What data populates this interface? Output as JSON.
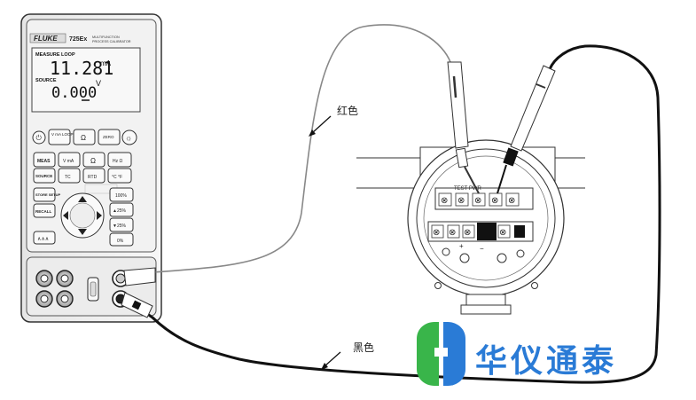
{
  "calibrator": {
    "brand": "FLUKE",
    "model": "725Ex",
    "subtitle_line1": "MULTIFUNCTION",
    "subtitle_line2": "PROCESS CALIBRATOR",
    "measure_label": "MEASURE LOOP",
    "measure_value": "11.281",
    "measure_unit": "mA",
    "source_label": "SOURCE",
    "source_value": "0.000",
    "source_unit": "V",
    "buttons": {
      "power": "",
      "v_ma_loop": "V mA LOOP",
      "ohm": "Ω",
      "zero": "ZERO",
      "backlight": "",
      "meas": "MEAS",
      "v_ma": "V mA",
      "ohm2": "Ω",
      "hz": "Hz Ω",
      "source": "SOURCE",
      "tc": "TC",
      "rtd": "RTD",
      "deg": "°C °F",
      "store_setup": "STORE SETUP",
      "recall": "RECALL",
      "pct100": "100%",
      "up25": "▲25%",
      "down25": "▼25%",
      "pct0": "0%",
      "ramp": "∧∧∧"
    }
  },
  "wire_labels": {
    "red": "红色",
    "black": "黑色"
  },
  "transmitter": {
    "label": "TEST PWR",
    "plus": "+",
    "minus": "−"
  },
  "watermark": {
    "text": "华仪通泰",
    "colors": {
      "blue": "#2a7bd6",
      "green": "#39b54a",
      "dark_blue": "#1f5fb0"
    }
  }
}
